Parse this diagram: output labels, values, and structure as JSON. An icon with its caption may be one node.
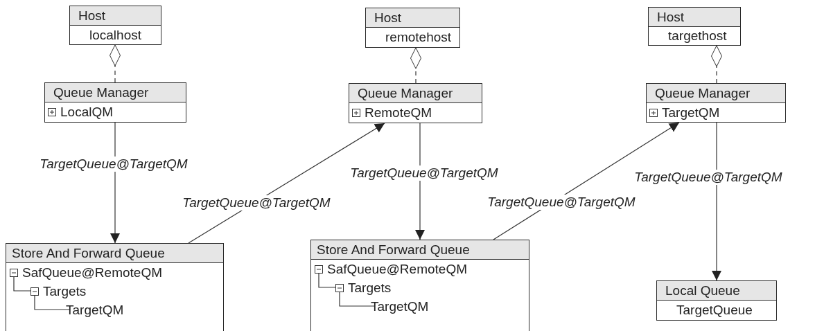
{
  "diagram": {
    "nodes": [
      {
        "text": [
          "Host",
          "localhost"
        ]
      },
      {
        "text": [
          "Host",
          "remotehost"
        ]
      },
      {
        "text": [
          "Host",
          "targethost"
        ]
      },
      {
        "text": [
          "Queue Manager",
          "LocalQM"
        ]
      },
      {
        "text": [
          "Queue Manager",
          "RemoteQM"
        ]
      },
      {
        "text": [
          "Queue Manager",
          "TargetQM"
        ]
      },
      {
        "text": [
          "Store And Forward Queue",
          "SafQueue@RemoteQM",
          "Targets",
          "TargetQM"
        ]
      },
      {
        "text": [
          "Store And Forward Queue",
          "SafQueue@RemoteQM",
          "Targets",
          "TargetQM"
        ]
      },
      {
        "text": [
          "Local Queue",
          "TargetQueue"
        ]
      }
    ],
    "edges": [
      {
        "from": 3,
        "to": 0,
        "arrow": "other",
        "style": "dashed"
      },
      {
        "from": 4,
        "to": 1,
        "arrow": "other",
        "style": "dashed"
      },
      {
        "from": 5,
        "to": 2,
        "arrow": "other",
        "style": "dashed"
      },
      {
        "from": 3,
        "to": 6,
        "arrow": "to",
        "label": "TargetQueue@TargetQM"
      },
      {
        "from": 6,
        "to": 4,
        "arrow": "to",
        "label": "TargetQueue@TargetQM"
      },
      {
        "from": 4,
        "to": 7,
        "arrow": "to",
        "label": "TargetQueue@TargetQM"
      },
      {
        "from": 7,
        "to": 5,
        "arrow": "to",
        "label": "TargetQueue@TargetQM"
      },
      {
        "from": 5,
        "to": 8,
        "arrow": "to",
        "label": "TargetQueue@TargetQM"
      }
    ]
  }
}
